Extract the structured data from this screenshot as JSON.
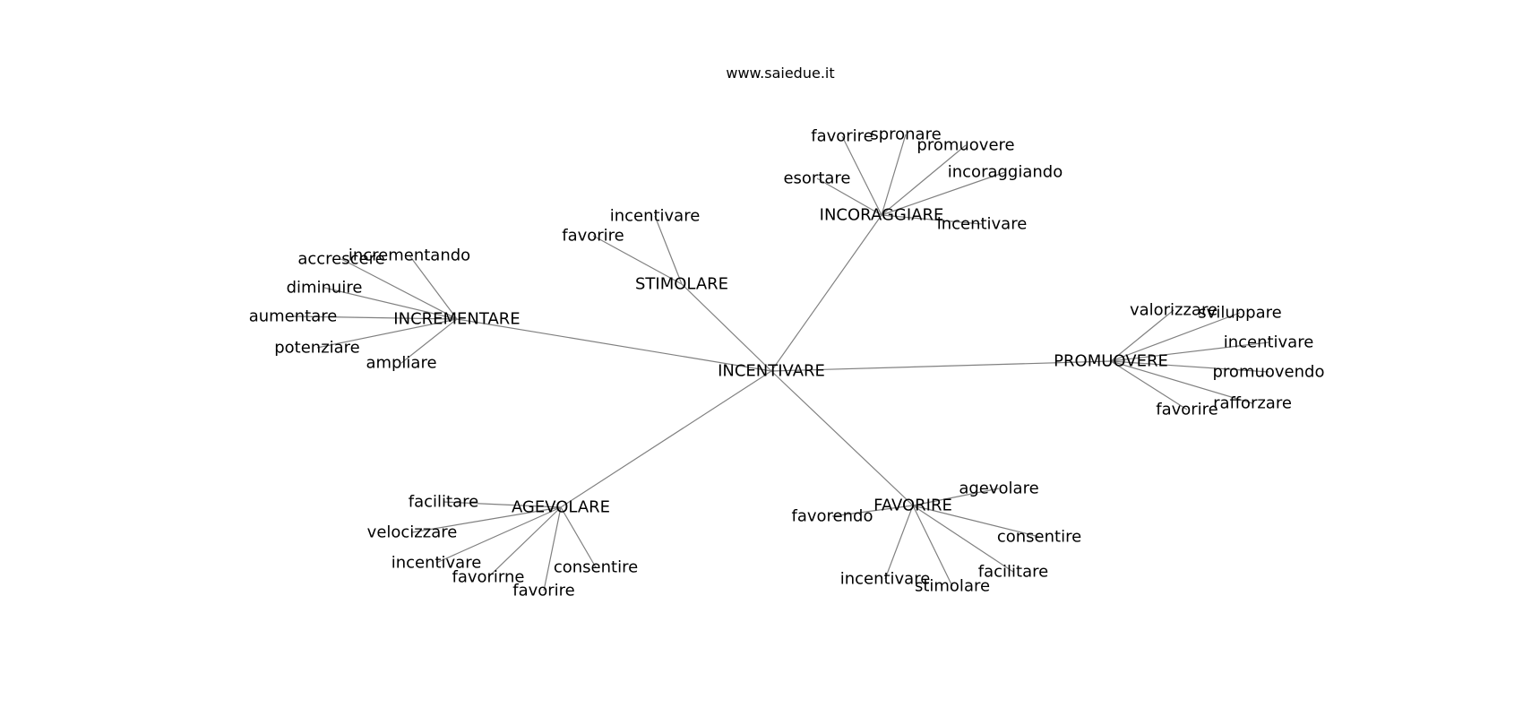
{
  "header": {
    "site": "www.saiedue.it"
  },
  "graph": {
    "root": "INCENTIVARE",
    "groups": [
      {
        "label": "INCORAGGIARE",
        "children": [
          "favorire",
          "spronare",
          "promuovere",
          "incoraggiando",
          "esortare",
          "incentivare"
        ]
      },
      {
        "label": "STIMOLARE",
        "children": [
          "incentivare",
          "favorire"
        ]
      },
      {
        "label": "INCREMENTARE",
        "children": [
          "accrescere",
          "incrementando",
          "diminuire",
          "aumentare",
          "potenziare",
          "ampliare"
        ]
      },
      {
        "label": "PROMUOVERE",
        "children": [
          "valorizzare",
          "sviluppare",
          "incentivare",
          "promuovendo",
          "rafforzare",
          "favorire"
        ]
      },
      {
        "label": "AGEVOLARE",
        "children": [
          "facilitare",
          "velocizzare",
          "incentivare",
          "favorirne",
          "favorire",
          "consentire"
        ]
      },
      {
        "label": "FAVORIRE",
        "children": [
          "agevolare",
          "favorendo",
          "consentire",
          "facilitare",
          "stimolare",
          "incentivare"
        ]
      }
    ]
  }
}
